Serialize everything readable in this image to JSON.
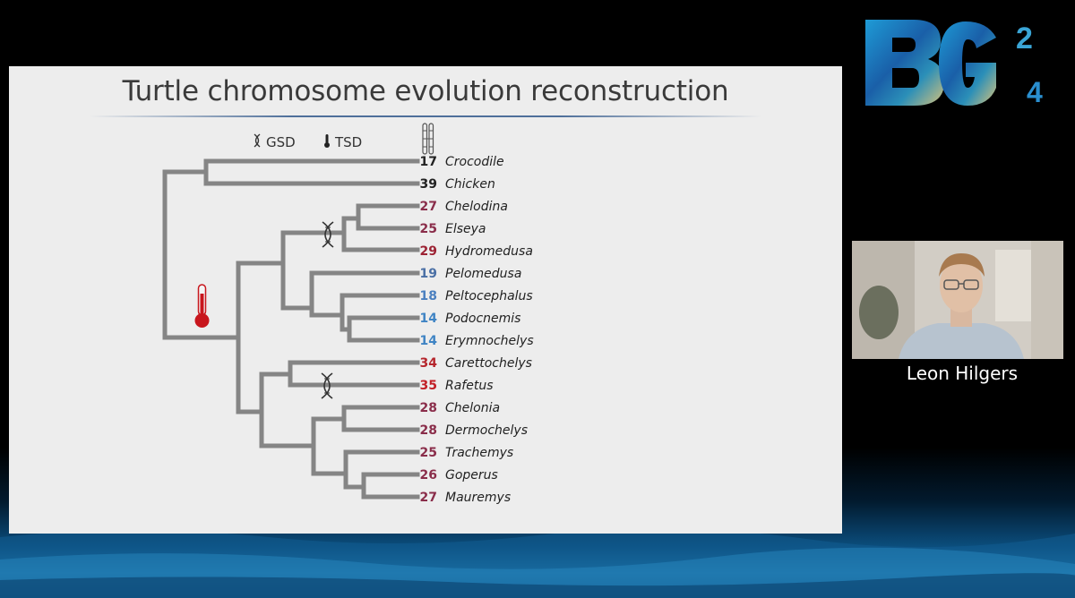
{
  "slide": {
    "title": "Turtle chromosome evolution reconstruction",
    "legend": {
      "gsd_label": "GSD",
      "tsd_label": "TSD"
    }
  },
  "taxa": [
    {
      "count": "17",
      "name": "Crocodile",
      "color": "#222222"
    },
    {
      "count": "39",
      "name": "Chicken",
      "color": "#222222"
    },
    {
      "count": "27",
      "name": "Chelodina",
      "color": "#8a2d4a"
    },
    {
      "count": "25",
      "name": "Elseya",
      "color": "#8a2d4a"
    },
    {
      "count": "29",
      "name": "Hydromedusa",
      "color": "#9c2233"
    },
    {
      "count": "19",
      "name": "Pelomedusa",
      "color": "#4a6fa5"
    },
    {
      "count": "18",
      "name": "Peltocephalus",
      "color": "#4a7fbf"
    },
    {
      "count": "14",
      "name": "Podocnemis",
      "color": "#3f84c4"
    },
    {
      "count": "14",
      "name": "Erymnochelys",
      "color": "#3f84c4"
    },
    {
      "count": "34",
      "name": "Carettochelys",
      "color": "#b5262d"
    },
    {
      "count": "35",
      "name": "Rafetus",
      "color": "#c21f26"
    },
    {
      "count": "28",
      "name": "Chelonia",
      "color": "#8a2d4a"
    },
    {
      "count": "28",
      "name": "Dermochelys",
      "color": "#8a2d4a"
    },
    {
      "count": "25",
      "name": "Trachemys",
      "color": "#8a2d4a"
    },
    {
      "count": "26",
      "name": "Goperus",
      "color": "#8a2d4a"
    },
    {
      "count": "27",
      "name": "Mauremys",
      "color": "#8a2d4a"
    }
  ],
  "icons": {
    "chromosome": "chromosome-icon",
    "thermometer": "thermometer-icon",
    "dna": "dna-icon"
  },
  "colors": {
    "branch": "#858585",
    "thermometer": "#c8161d"
  },
  "speaker": {
    "name": "Leon Hilgers"
  }
}
